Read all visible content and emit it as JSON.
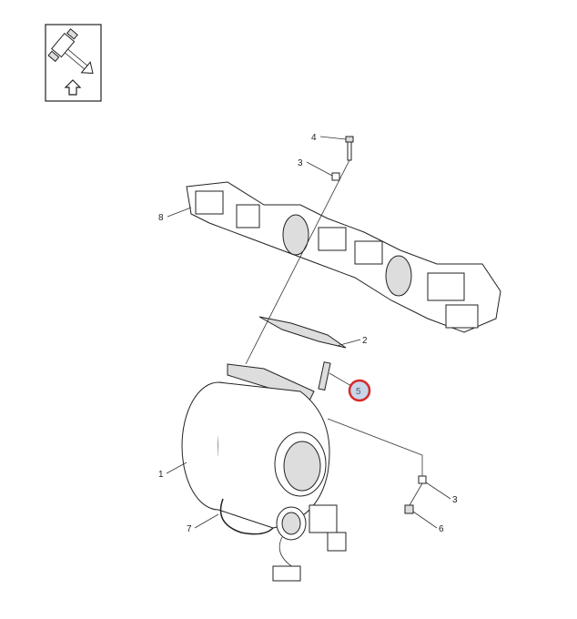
{
  "diagram": {
    "view_icon": "front-view-arrow-icon",
    "callouts": [
      {
        "id": "4",
        "label": "4"
      },
      {
        "id": "3a",
        "label": "3"
      },
      {
        "id": "8",
        "label": "8"
      },
      {
        "id": "2",
        "label": "2"
      },
      {
        "id": "5",
        "label": "5",
        "highlighted": true
      },
      {
        "id": "1",
        "label": "1"
      },
      {
        "id": "3b",
        "label": "3"
      },
      {
        "id": "7",
        "label": "7"
      },
      {
        "id": "6",
        "label": "6"
      }
    ],
    "colors": {
      "highlight_ring": "#d42a2a",
      "highlight_fill": "#c9d6ea",
      "line": "#222222"
    }
  }
}
